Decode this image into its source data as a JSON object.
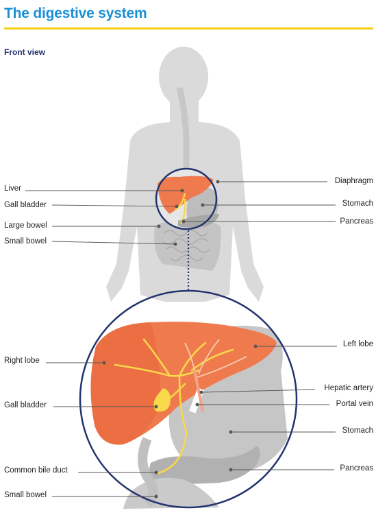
{
  "title": "The digestive system",
  "subtitle": "Front view",
  "labels": {
    "liver": "Liver",
    "gall_bladder_top": "Gall bladder",
    "large_bowel": "Large bowel",
    "small_bowel_top": "Small bowel",
    "diaphragm": "Diaphragm",
    "stomach_top": "Stomach",
    "pancreas_top": "Pancreas",
    "right_lobe": "Right lobe",
    "gall_bladder_bottom": "Gall bladder",
    "common_bile_duct": "Common bile duct",
    "small_bowel_bottom": "Small bowel",
    "left_lobe": "Left lobe",
    "hepatic_artery": "Hepatic artery",
    "portal_vein": "Portal vein",
    "stomach_bottom": "Stomach",
    "pancreas_bottom": "Pancreas"
  },
  "colors": {
    "title": "#1a8fd6",
    "rule": "#f6cf10",
    "subtitle": "#24336e",
    "body": "#d8d8d8",
    "organ_grey": "#bfbfbf",
    "liver": "#ef7a4e",
    "liver_dark": "#e05a30",
    "bile": "#f8d94a",
    "circle": "#24336e"
  }
}
